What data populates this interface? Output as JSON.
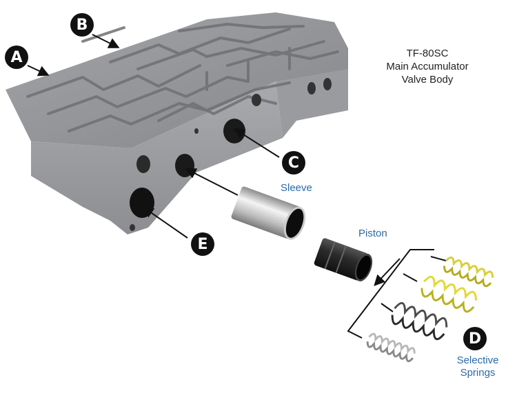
{
  "title": {
    "line1": "TF-80SC",
    "line2": "Main Accumulator",
    "line3": "Valve Body"
  },
  "callouts": {
    "A": "A",
    "B": "B",
    "C": "C",
    "D": "D",
    "E": "E"
  },
  "parts": {
    "sleeve": "Sleeve",
    "piston": "Piston",
    "springs_line1": "Selective",
    "springs_line2": "Springs"
  },
  "colors": {
    "label_blue": "#2b6aa8",
    "badge": "#111111",
    "body_gray": "#8e8f92",
    "spring_yellow": "#d8cf3a"
  }
}
